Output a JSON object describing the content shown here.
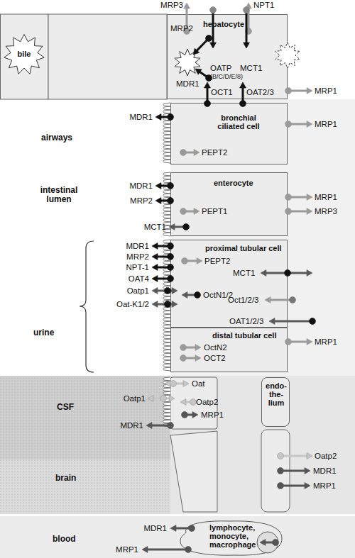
{
  "diagram": {
    "nodes": [
      {
        "text": [
          "bile"
        ]
      },
      {
        "text": [
          "hepatocyte"
        ]
      },
      {
        "text": [
          "bronchial ciliated cell"
        ]
      },
      {
        "text": [
          "enterocyte"
        ]
      },
      {
        "text": [
          "proximal tubular cell"
        ]
      },
      {
        "text": [
          "distal tubular cell"
        ]
      },
      {
        "text": [
          "endo- the- lium"
        ]
      },
      {
        "text": [
          "lymphocyte, monocyte, macrophage"
        ]
      }
    ],
    "labels": [
      "MRP3",
      "NPT1",
      "MRP2",
      "OATP",
      "MCT1",
      "(B/C/D/E/8)",
      "MDR1",
      "OCT1",
      "OAT2/3",
      "MRP1",
      "airways",
      "MDR1",
      "PEPT2",
      "MRP1",
      "intestinal lumen",
      "MDR1",
      "MRP2",
      "PEPT1",
      "MCT1",
      "MRP1",
      "MRP3",
      "urine",
      "MDR1",
      "MRP2",
      "NPT-1",
      "OAT4",
      "PEPT2",
      "MCT1",
      "Oatp1",
      "OctN1/2",
      "Oct1/2/3",
      "Oat-K1/2",
      "OAT1/2/3",
      "OctN2",
      "OCT2",
      "MRP1",
      "Oat",
      "CSF",
      "Oatp1",
      "Oatp2",
      "MRP1",
      "MDR1",
      "Oatp2",
      "brain",
      "MDR1",
      "MRP1",
      "blood",
      "MDR1",
      "MRP1"
    ]
  }
}
